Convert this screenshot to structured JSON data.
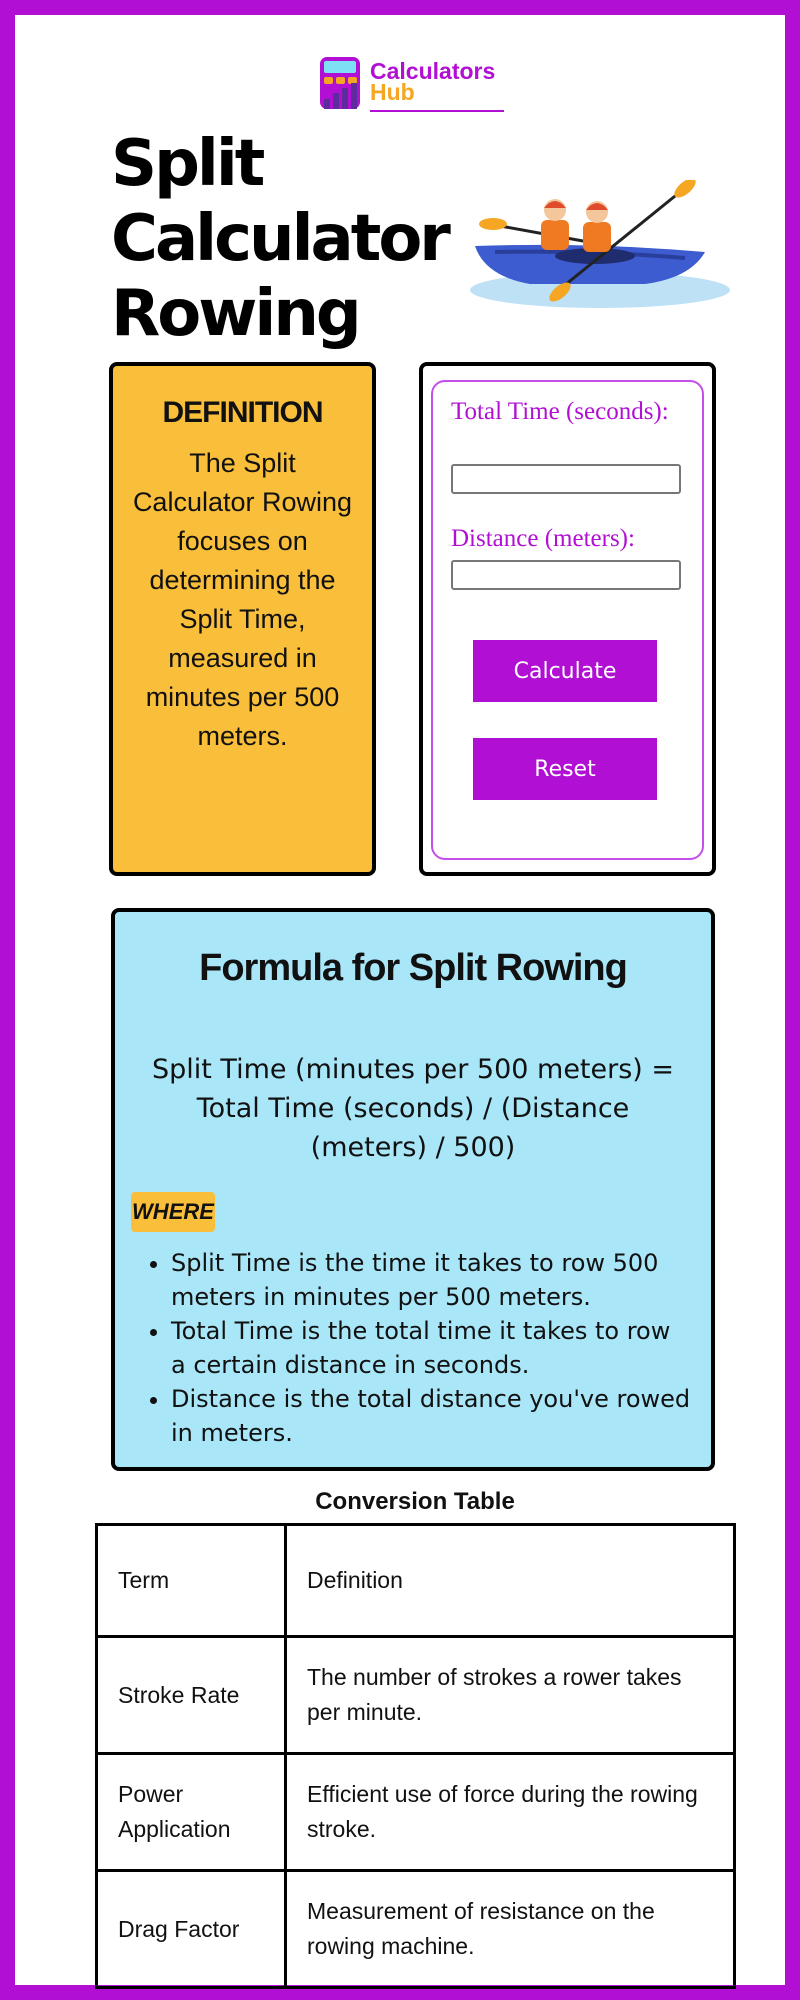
{
  "logo": {
    "line1": "Calculators",
    "line2": "Hub"
  },
  "title": "Split Calculator Rowing",
  "definition": {
    "heading": "DEFINITION",
    "text": "The Split Calculator Rowing focuses on determining the Split Time, measured in minutes per 500 meters."
  },
  "calculator": {
    "total_time_label": "Total Time (seconds):",
    "total_time_value": "",
    "distance_label": "Distance (meters):",
    "distance_value": "",
    "calculate_label": "Calculate",
    "reset_label": "Reset"
  },
  "formula": {
    "title": "Formula for Split Rowing",
    "equation": "Split Time (minutes per 500 meters) = Total Time (seconds) / (Distance (meters) / 500)",
    "where": "WHERE",
    "items": [
      "Split Time is the time it takes to row 500 meters in minutes per 500 meters.",
      "Total Time is the total time it takes to row a certain distance in seconds.",
      "Distance is the total distance you've rowed in meters."
    ]
  },
  "table": {
    "title": "Conversion Table",
    "header": [
      "Term",
      "Definition"
    ],
    "rows": [
      [
        "Stroke Rate",
        "The number of strokes a rower takes per minute."
      ],
      [
        "Power Application",
        "Efficient use of force during the rowing stroke."
      ],
      [
        "Drag Factor",
        "Measurement of resistance on the rowing machine."
      ]
    ]
  },
  "colors": {
    "brand": "#b20fd4",
    "accent": "#f9bf3b",
    "formula_bg": "#a8e6f8",
    "logo_accent": "#f5a623"
  },
  "icons": {
    "logo": "calculator-chart-icon",
    "illustration": "kayak-rowers-illustration"
  }
}
